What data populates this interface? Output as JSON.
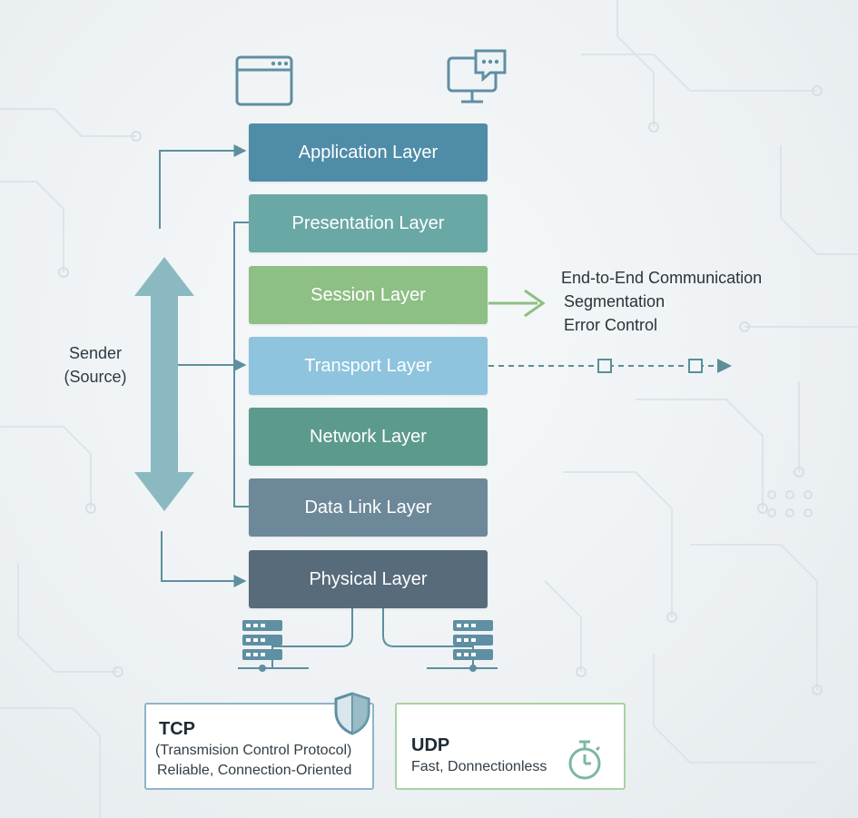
{
  "layers": [
    {
      "label": "Application Layer",
      "color": "#4f8ca8"
    },
    {
      "label": "Presentation Layer",
      "color": "#6aa8a6"
    },
    {
      "label": "Session Layer",
      "color": "#8ebf84"
    },
    {
      "label": "Transport Layer",
      "color": "#8ec4de"
    },
    {
      "label": "Network Layer",
      "color": "#5c9a8d"
    },
    {
      "label": "Data Link Layer",
      "color": "#6d8899"
    },
    {
      "label": "Physical Layer",
      "color": "#586b7b"
    }
  ],
  "sender": {
    "line1": "Sender",
    "line2": "(Source)"
  },
  "transport_features": [
    "End-to-End Communication",
    "Segmentation",
    "Error Control"
  ],
  "tcp": {
    "title": "TCP",
    "line1": "(Transmision Control Protocol)",
    "line2": "Reliable, Connection-Oriented"
  },
  "udp": {
    "title": "UDP",
    "line1": "Fast, Donnectionless"
  },
  "colors": {
    "arrow": "#7fb2bd",
    "connector": "#5d8f9f",
    "dashed": "#5a8f98",
    "session_arrow": "#8ebf84",
    "icon": "#5f8fa3"
  },
  "icons": [
    "browser-window-icon",
    "chat-monitor-icon",
    "server-rack-icon",
    "shield-icon",
    "stopwatch-icon"
  ]
}
